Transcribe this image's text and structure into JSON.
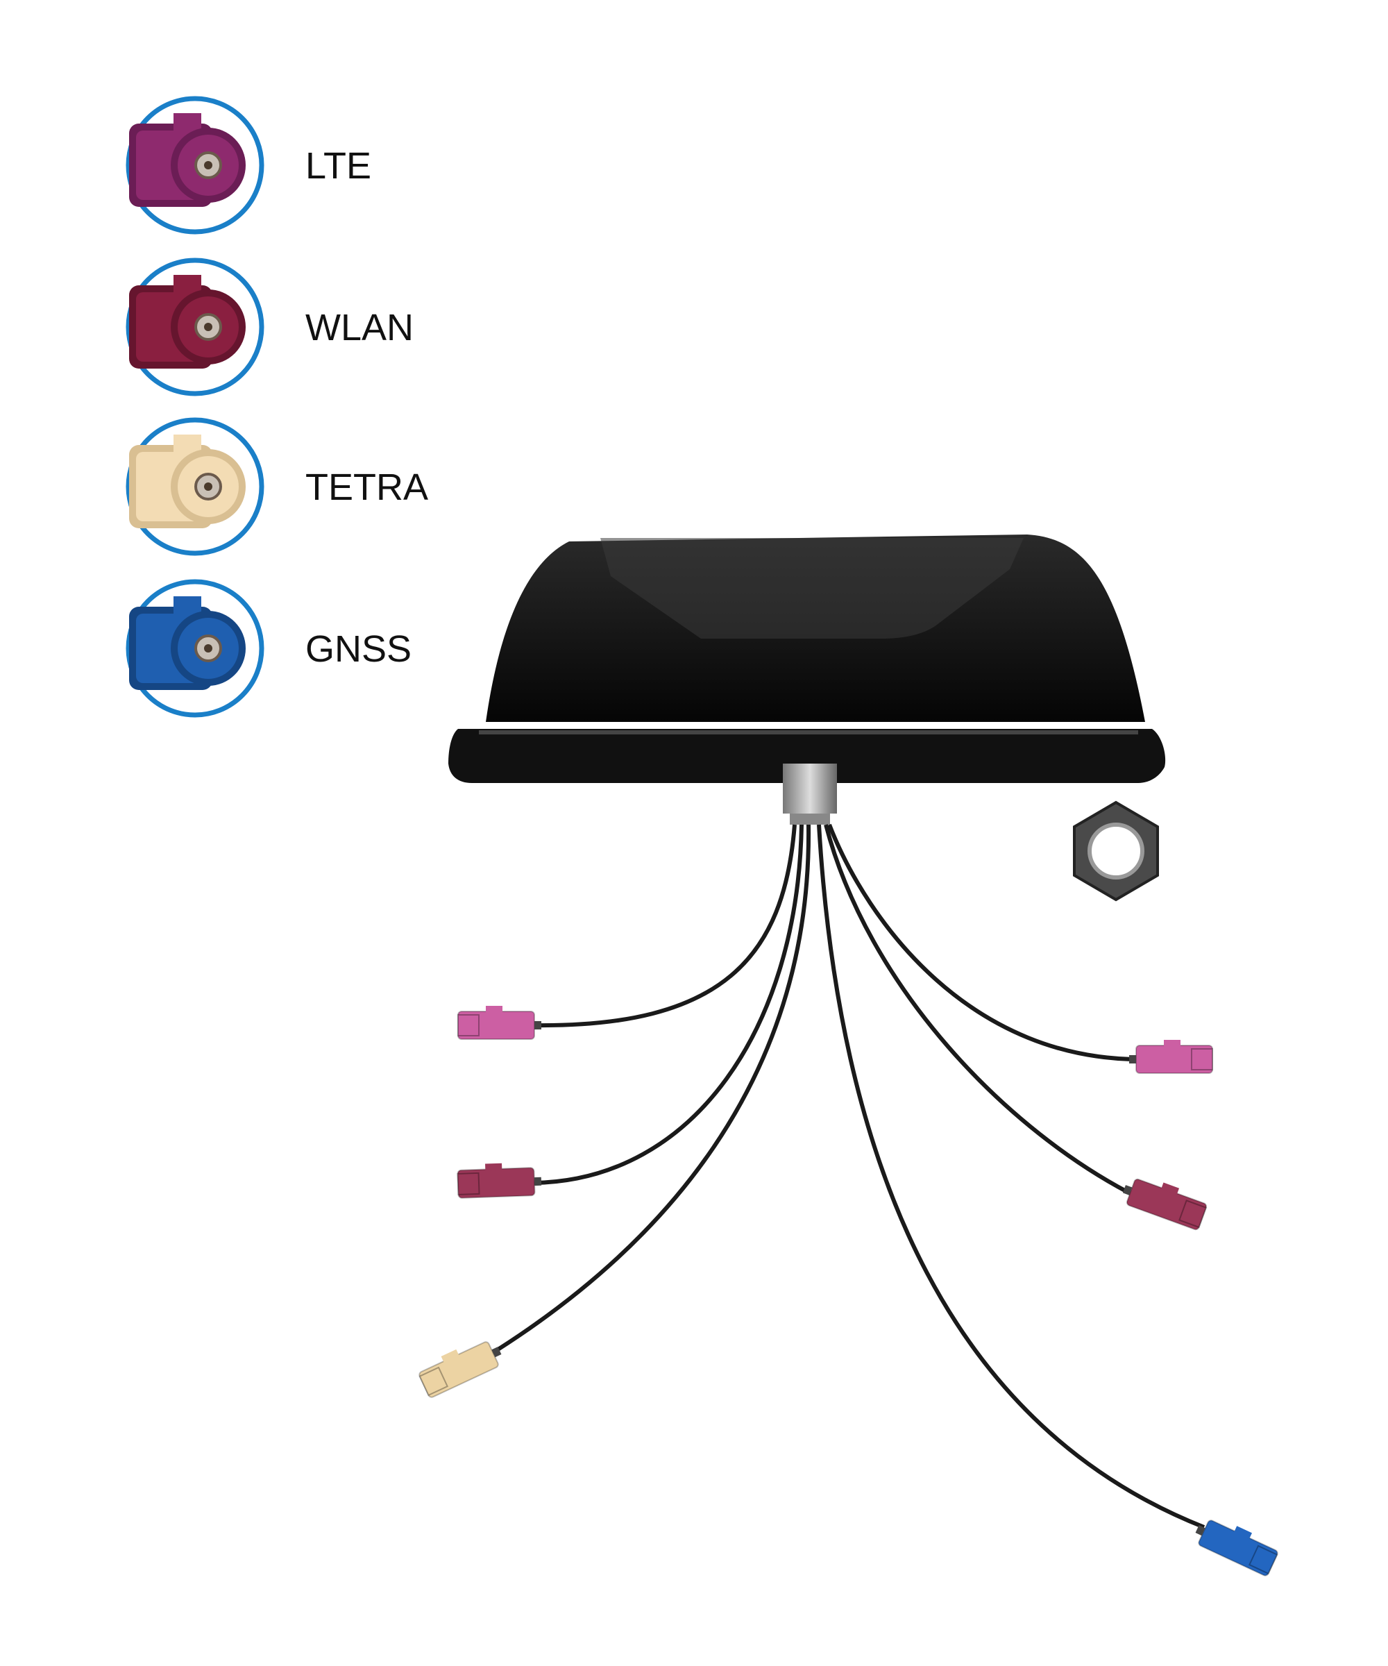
{
  "legend": {
    "items": [
      {
        "label": "LTE",
        "color": "#8e2a6e",
        "color_dark": "#6b1d55"
      },
      {
        "label": "WLAN",
        "color": "#8a1f40",
        "color_dark": "#66152e"
      },
      {
        "label": "TETRA",
        "color": "#f3dcb4",
        "color_dark": "#d9bf92"
      },
      {
        "label": "GNSS",
        "color": "#1f5fb0",
        "color_dark": "#154684"
      }
    ],
    "ring_color": "#1a7fc8"
  },
  "product": {
    "housing_color": "#141414",
    "cable_color": "#1a1a1a",
    "connectors": [
      {
        "type": "LTE",
        "color": "#cc5fa3"
      },
      {
        "type": "LTE",
        "color": "#cc5fa3"
      },
      {
        "type": "WLAN",
        "color": "#9b3758"
      },
      {
        "type": "WLAN",
        "color": "#9b3758"
      },
      {
        "type": "TETRA",
        "color": "#ecd3a3"
      },
      {
        "type": "GNSS",
        "color": "#2366c0"
      }
    ]
  }
}
